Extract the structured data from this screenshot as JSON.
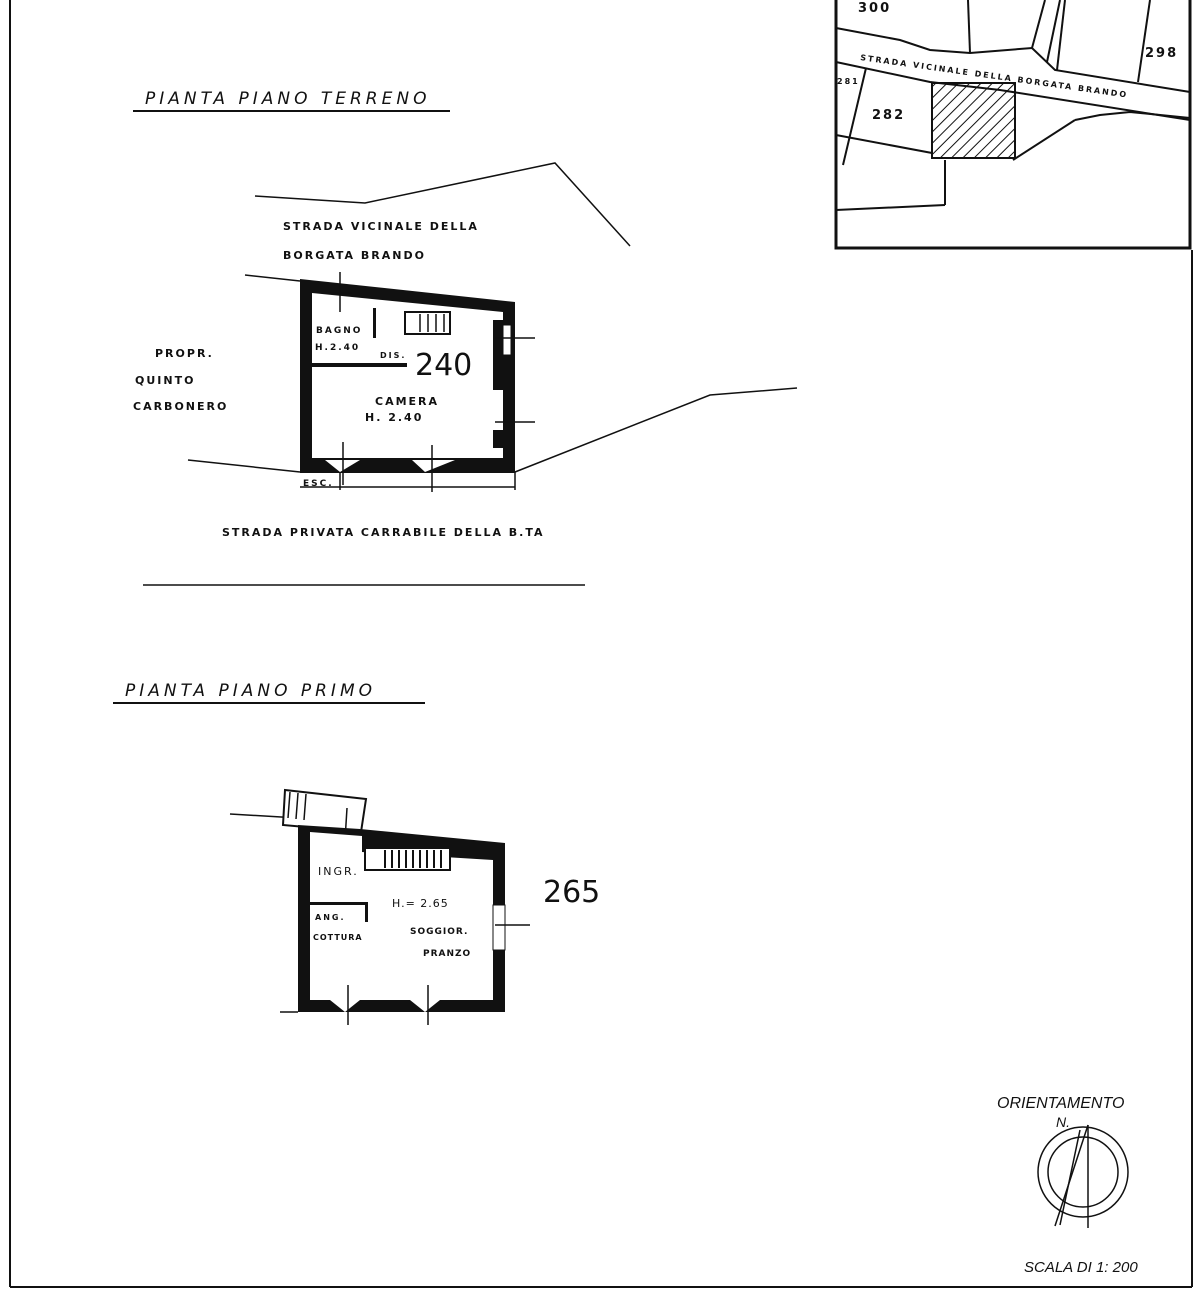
{
  "ground_floor": {
    "title": "PIANTA PIANO TERRENO",
    "road_top_line1": "STRADA VICINALE DELLA",
    "road_top_line2": "BORGATA BRANDO",
    "neighbor_line1": "PROPR.",
    "neighbor_line2": "QUINTO",
    "neighbor_line3": "CARBONERO",
    "rooms": {
      "bagno": "BAGNO",
      "bagno_height": "H.2.40",
      "dis": "DIS.",
      "camera": "CAMERA",
      "camera_height": "H. 2.40",
      "esc": "ESC."
    },
    "elevation": "240",
    "road_bottom": "STRADA PRIVATA CARRABILE DELLA B.TA"
  },
  "first_floor": {
    "title": "PIANTA PIANO PRIMO",
    "rooms": {
      "ingresso": "INGR.",
      "height": "H.= 2.65",
      "angolo_line1": "ANG.",
      "angolo_line2": "COTTURA",
      "soggiorno_line1": "SOGGIOR.",
      "soggiorno_line2": "PRANZO"
    },
    "elevation": "265"
  },
  "site_map": {
    "parcel_300": "300",
    "parcel_298": "298",
    "parcel_282": "282",
    "parcel_281": "281",
    "road": "STRADA VICINALE DELLA BORGATA BRANDO"
  },
  "orientation": {
    "label": "ORIENTAMENTO",
    "north": "N."
  },
  "scale": "SCALA DI 1: 200"
}
